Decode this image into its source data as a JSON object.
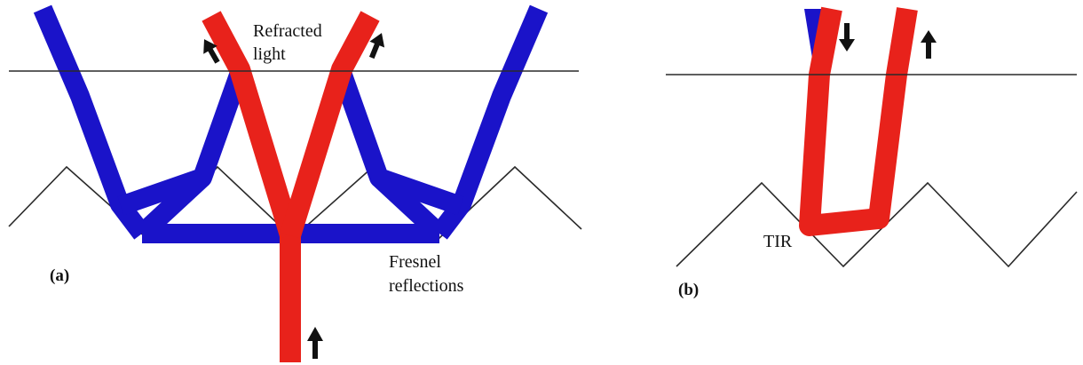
{
  "colors": {
    "reflected": "#1a13c9",
    "refracted": "#e8221b",
    "arrow": "#111111",
    "line": "#2a2a2a"
  },
  "panel_a": {
    "tag": "(a)",
    "refracted_label_line1": "Refracted",
    "refracted_label_line2": "light",
    "fresnel_label_line1": "Fresnel",
    "fresnel_label_line2": "reflections"
  },
  "panel_b": {
    "tag": "(b)",
    "tir_label": "TIR"
  }
}
